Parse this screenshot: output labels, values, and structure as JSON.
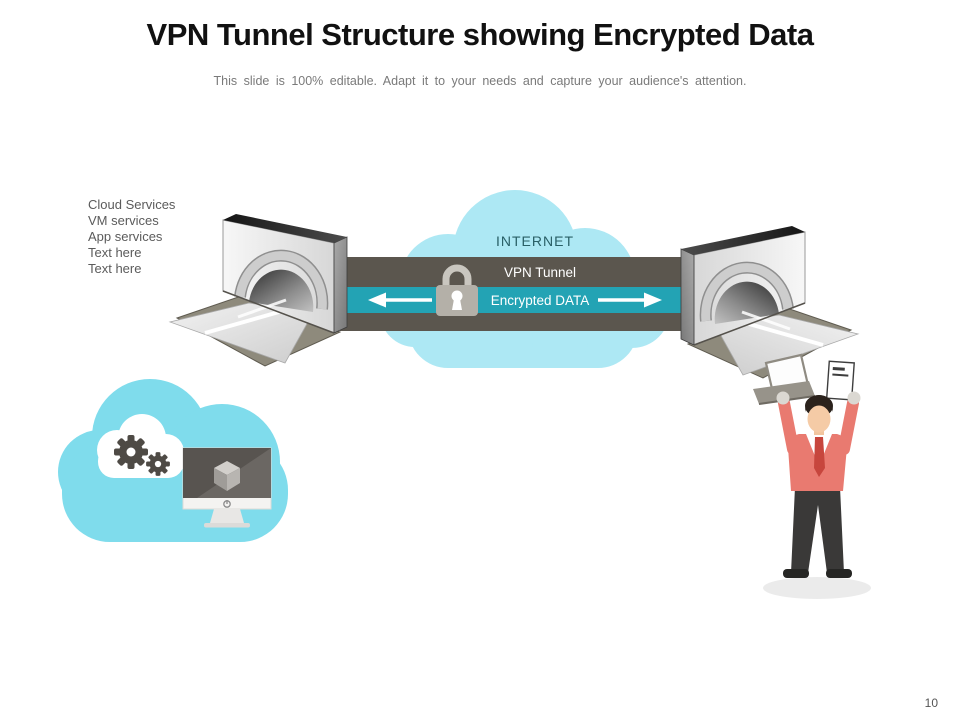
{
  "slide": {
    "title": "VPN Tunnel Structure showing Encrypted Data",
    "subtitle": "This slide is 100% editable. Adapt it to your needs and capture your audience's attention.",
    "page_number": "10"
  },
  "left_list": {
    "items": [
      "Cloud Services",
      "VM services",
      "App services",
      "Text here",
      "Text here"
    ]
  },
  "diagram": {
    "internet_label": "INTERNET",
    "vpn_tunnel_label": "VPN Tunnel",
    "encrypted_data_label": "Encrypted DATA",
    "colors": {
      "internet_cloud": "#ade8f4",
      "services_cloud": "#7fdcec",
      "tunnel_bar_dark": "#5b564e",
      "encrypted_bar_teal": "#23a3b4",
      "internet_text": "#295f66",
      "lock_gray": "#b4b0a8",
      "person_jacket": "#e97a70"
    }
  }
}
